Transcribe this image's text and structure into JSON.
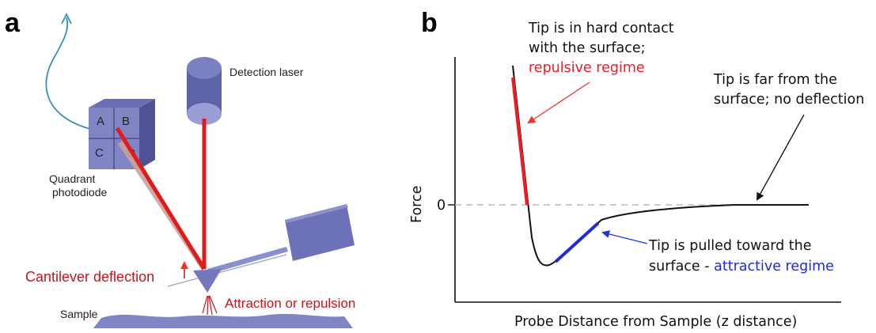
{
  "panel_a": {
    "letter": "a",
    "detection_laser_label": "Detection laser",
    "quadrant_label_line1": "Quadrant",
    "quadrant_label_line2": "photodiode",
    "quadrant_cells": [
      "A",
      "B",
      "C",
      "D"
    ],
    "cantilever_label": "Cantilever deflection",
    "sample_label": "Sample",
    "interaction_label": "Attraction or repulsion"
  },
  "panel_b": {
    "letter": "b",
    "y_axis_label": "Force",
    "zero_tick_label": "0",
    "x_axis_label": "Probe Distance from Sample (z distance)",
    "annotation_repulsive_line1": "Tip is in hard contact",
    "annotation_repulsive_line2": "with the surface;",
    "annotation_repulsive_line3": "repulsive regime",
    "annotation_far_line1": "Tip is far from the",
    "annotation_far_line2": "surface; no deflection",
    "annotation_attractive_line1": "Tip is pulled toward the",
    "annotation_attractive_line2_prefix": "surface - ",
    "annotation_attractive_line2_highlight": "attractive regime"
  },
  "colors": {
    "laser_red": "#e11a1a",
    "label_red": "#c4161c",
    "device_blue": "#7b7fbd",
    "device_blue_dark": "#4f5395",
    "curve_black": "#111111",
    "repulsive_red": "#ee1c24",
    "attractive_blue": "#1f2bd6",
    "signal_wire_blue": "#3a8fb7"
  }
}
